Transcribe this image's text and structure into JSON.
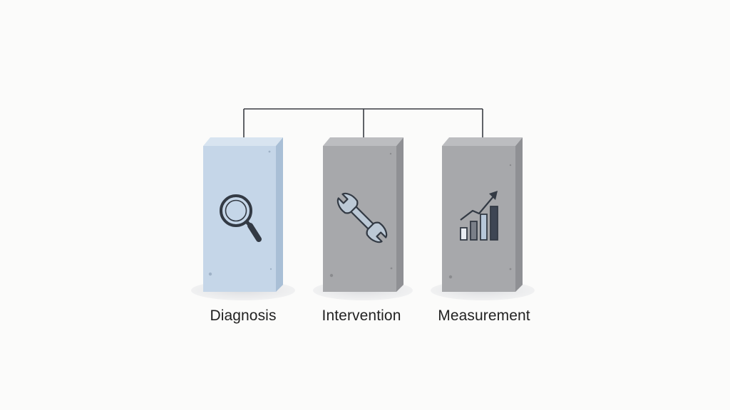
{
  "diagram": {
    "pillars": [
      {
        "label": "Diagnosis",
        "icon": "magnifying-glass-icon",
        "color": "#c5d6e8",
        "side_color": "#a9bfd6",
        "top_color": "#d8e4f0"
      },
      {
        "label": "Intervention",
        "icon": "wrench-icon",
        "color": "#a7a8ab",
        "side_color": "#8f9094",
        "top_color": "#bcbdc0"
      },
      {
        "label": "Measurement",
        "icon": "bar-chart-growth-icon",
        "color": "#a7a8ab",
        "side_color": "#8f9094",
        "top_color": "#bcbdc0"
      }
    ],
    "colors": {
      "connector": "#3a3d42",
      "icon_stroke": "#333a44",
      "shadow": "#e3e4e6"
    }
  }
}
